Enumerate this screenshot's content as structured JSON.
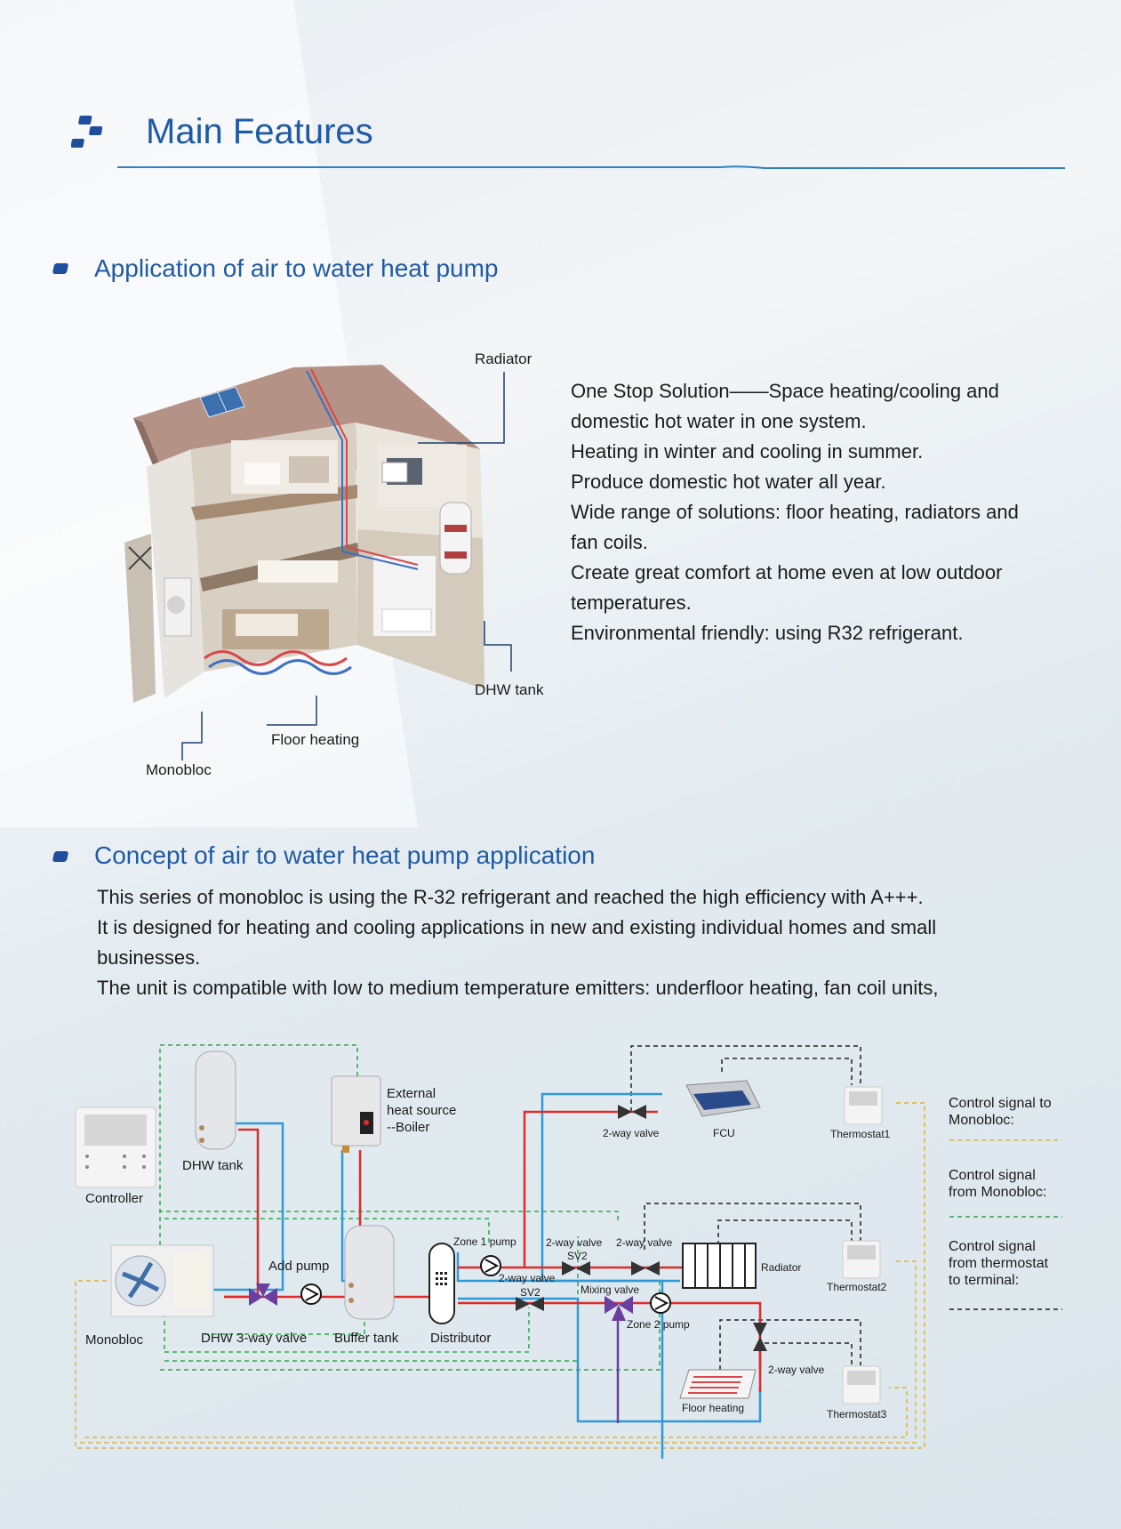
{
  "header": {
    "title": "Main Features"
  },
  "section1": {
    "heading": "Application of air to water heat pump",
    "labels": {
      "radiator": "Radiator",
      "dhw_tank": "DHW tank",
      "floor_heating": "Floor heating",
      "monobloc": "Monobloc"
    },
    "features": [
      "One Stop Solution——Space heating/cooling and",
      "domestic hot water in one system.",
      "Heating in winter and cooling in summer.",
      "Produce domestic hot water all year.",
      "Wide range of solutions: floor heating, radiators and",
      "fan coils.",
      "Create great comfort at home even at low outdoor",
      "temperatures.",
      "Environmental friendly: using R32 refrigerant."
    ]
  },
  "section2": {
    "heading": "Concept of air to water heat pump application",
    "paragraphs": [
      "This series of monobloc is using the R-32 refrigerant and reached the high efficiency with A+++.",
      "It is designed for heating and cooling applications in new and existing individual homes and small",
      "businesses.",
      "The unit is compatible with low to medium temperature emitters: underfloor heating, fan coil units,"
    ]
  },
  "diagram": {
    "labels": {
      "dhw_tank": "DHW tank",
      "controller": "Controller",
      "external_heat_source_1": "External",
      "external_heat_source_2": "heat source",
      "external_heat_source_3": "--Boiler",
      "add_pump": "Add pump",
      "monobloc": "Monobloc",
      "dhw_3way_valve": "DHW 3-way valve",
      "buffer_tank": "Buffer tank",
      "distributor": "Distributor",
      "zone1_pump": "Zone 1 pump",
      "two_way_valve_sv2_top_1": "2-way valve",
      "two_way_valve_sv2_top_2": "SV2",
      "two_way_valve_top": "2-way valve",
      "two_way_valve_sv2_bottom_1": "2-way valve",
      "two_way_valve_sv2_bottom_2": "SV2",
      "mixing_valve": "Mixing valve",
      "zone2_pump": "Zone 2 pump",
      "two_way_valve_fcu": "2-way valve",
      "fcu": "FCU",
      "thermostat1": "Thermostat1",
      "radiator": "Radiator",
      "thermostat2": "Thermostat2",
      "two_way_valve_floor": "2-way valve",
      "floor_heating": "Floor heating",
      "thermostat3": "Thermostat3"
    },
    "legend": [
      {
        "text": [
          "Control signal to",
          "Monobloc:"
        ],
        "color": "#e0b23a",
        "dash": "5,4"
      },
      {
        "text": [
          "Control signal",
          "from Monobloc:"
        ],
        "color": "#2fa84f",
        "dash": "5,4"
      },
      {
        "text": [
          "Control signal",
          "from thermostat",
          "to terminal:"
        ],
        "color": "#222222",
        "dash": "5,4"
      }
    ],
    "colors": {
      "hot": "#e02b2b",
      "cold": "#2f9ad8",
      "mixing": "#6b3fa0",
      "accent": "#1f5aa6"
    }
  }
}
